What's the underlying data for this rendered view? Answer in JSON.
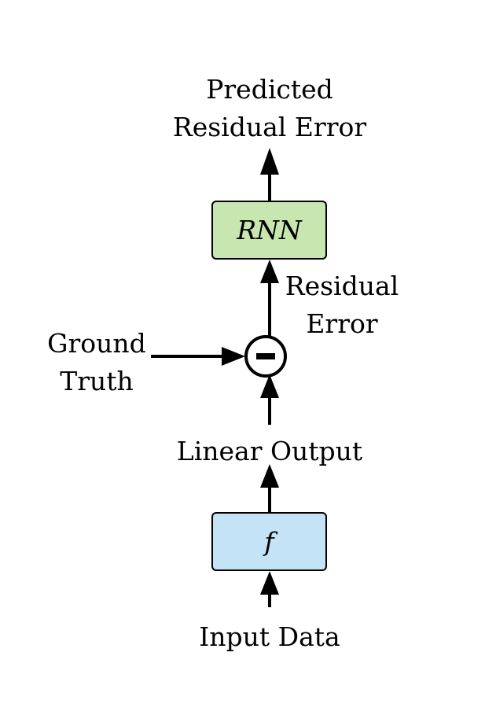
{
  "labels": {
    "predicted": [
      "Predicted",
      "Residual Error"
    ],
    "residual": [
      "Residual",
      "Error"
    ],
    "ground_truth": [
      "Ground",
      "Truth"
    ],
    "linear_output": "Linear Output",
    "input_data": "Input Data"
  },
  "nodes": {
    "rnn": {
      "label": "RNN",
      "fill": "#c8e6b0"
    },
    "f": {
      "label": "f",
      "fill": "#c4e3f6"
    },
    "subtract": {
      "symbol": "minus"
    }
  },
  "colors": {
    "stroke": "#000000",
    "background": "#ffffff"
  }
}
